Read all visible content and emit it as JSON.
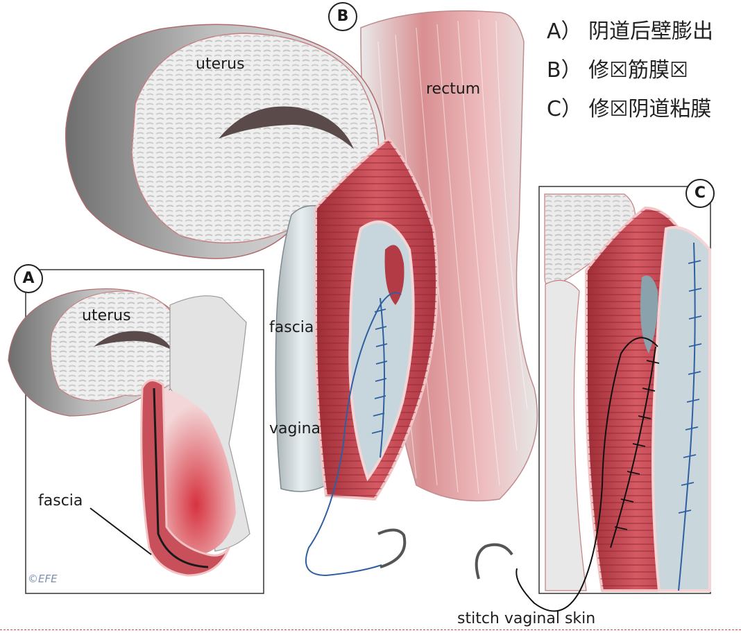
{
  "panels": [
    {
      "id": "A",
      "labels": {
        "uterus": "uterus",
        "fascia": "fascia"
      }
    },
    {
      "id": "B",
      "labels": {
        "uterus": "uterus",
        "rectum": "rectum",
        "fascia": "fascia",
        "vagina": "vagina"
      }
    },
    {
      "id": "C",
      "labels": {}
    }
  ],
  "caption": "stitch vaginal skin",
  "legend": [
    "A） 阴道后壁膨出",
    "B） 修☒筋膜☒",
    "C） 修☒阴道粘膜"
  ],
  "credit": "©EFE",
  "colors": {
    "tissue_red": "#c8505a",
    "uterus_gray": "#d8d8d8",
    "rectum_pink": "#e6b3b5",
    "suture_blue": "#2e5fa0",
    "suture_black": "#111111"
  }
}
